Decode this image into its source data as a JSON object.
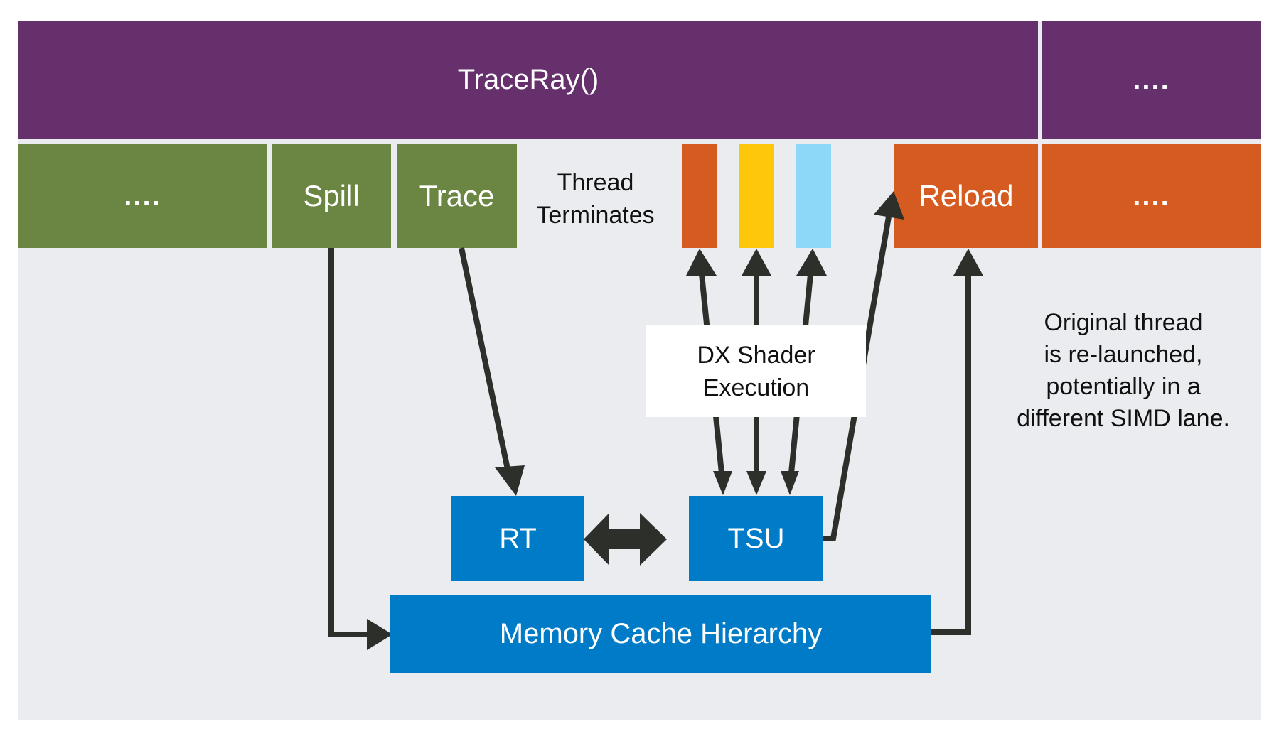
{
  "diagram": {
    "top_row": {
      "traceray_label": "TraceRay()",
      "continuation_label": "...."
    },
    "thread_row": {
      "pre_label": "....",
      "spill_label": "Spill",
      "trace_label": "Trace",
      "thread_terminates_line1": "Thread",
      "thread_terminates_line2": "Terminates",
      "shader_bars": [
        {
          "name": "shader-1",
          "color": "#d55b20"
        },
        {
          "name": "shader-2",
          "color": "#fec70a"
        },
        {
          "name": "shader-3",
          "color": "#8dd8f8"
        }
      ],
      "reload_label": "Reload",
      "post_label": "...."
    },
    "dx_shader_line1": "DX Shader",
    "dx_shader_line2": "Execution",
    "rt_label": "RT",
    "tsu_label": "TSU",
    "memory_label": "Memory Cache Hierarchy",
    "note_lines": [
      "Original thread",
      "is re-launched,",
      "potentially in a",
      "different SIMD lane."
    ],
    "colors": {
      "purple": "#66306d",
      "green": "#6b8543",
      "orange": "#d55b20",
      "yellow": "#fec70a",
      "cyan": "#8dd8f8",
      "blue": "#007bc8",
      "arrow": "#2d2f2b",
      "background": "#ebecef"
    }
  }
}
